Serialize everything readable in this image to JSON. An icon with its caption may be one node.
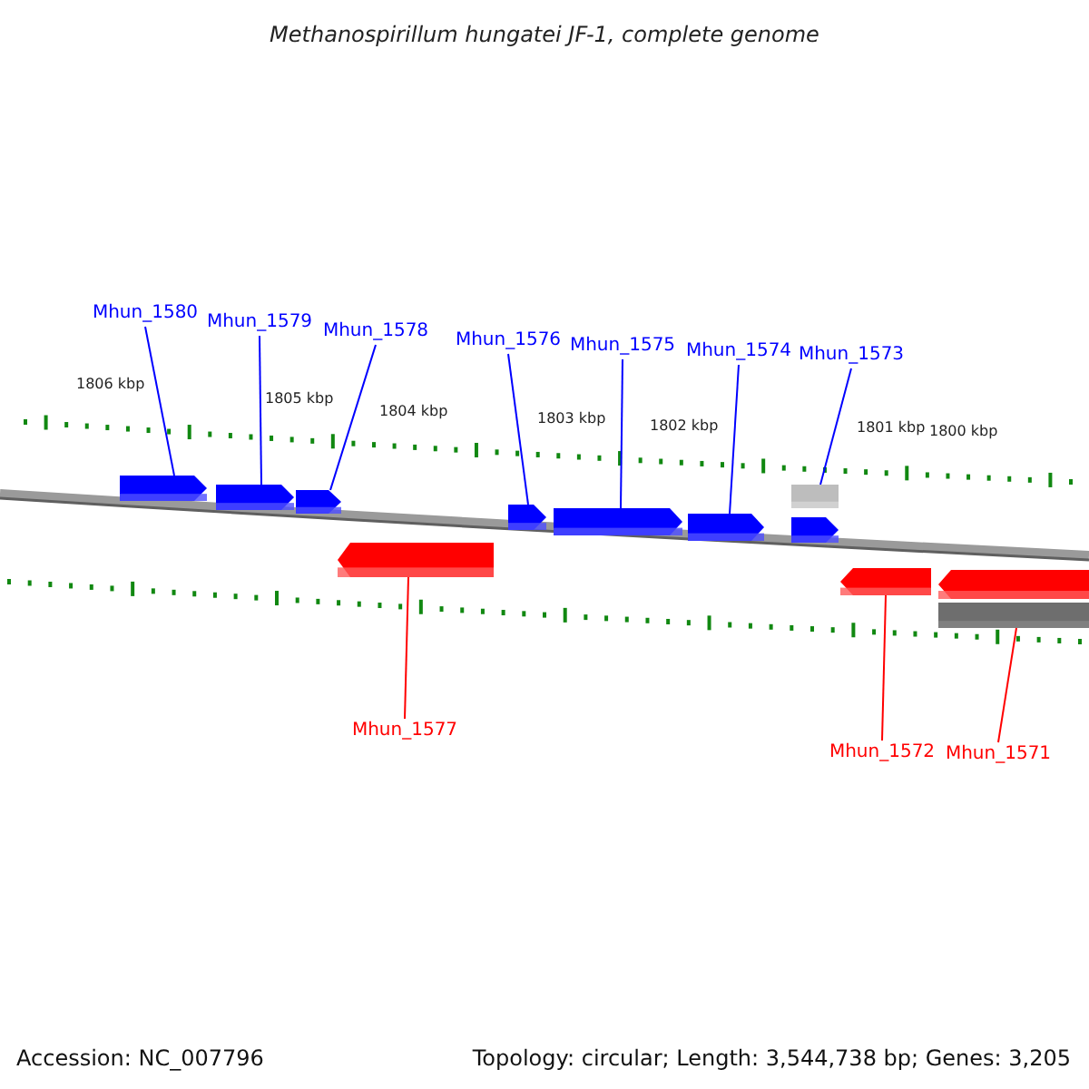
{
  "diagram": {
    "title": "Methanospirillum hungatei JF-1, complete genome",
    "nodes": [
      {
        "text": [
          "Mhun_1580"
        ]
      },
      {
        "text": [
          "Mhun_1579"
        ]
      },
      {
        "text": [
          "Mhun_1578"
        ]
      },
      {
        "text": [
          "Mhun_1576"
        ]
      },
      {
        "text": [
          "Mhun_1575"
        ]
      },
      {
        "text": [
          "Mhun_1574"
        ]
      },
      {
        "text": [
          "Mhun_1573"
        ]
      },
      {
        "text": [
          "Mhun_1577"
        ]
      },
      {
        "text": [
          "Mhun_1572"
        ]
      },
      {
        "text": [
          "Mhun_1571"
        ]
      },
      {
        "text": [],
        "shape": "block"
      },
      {
        "text": [],
        "shape": "block"
      },
      {
        "text": [],
        "shape": "block"
      },
      {
        "text": [],
        "shape": "block"
      },
      {
        "text": [],
        "shape": "block"
      },
      {
        "text": [],
        "shape": "block"
      },
      {
        "text": [],
        "shape": "block"
      },
      {
        "text": [],
        "shape": "bar"
      },
      {
        "text": [],
        "shape": "block"
      },
      {
        "text": [],
        "shape": "block"
      },
      {
        "text": [],
        "shape": "block"
      },
      {
        "text": [],
        "shape": "bar"
      }
    ],
    "edges": [
      {
        "from": 0,
        "to": 10,
        "arrow": "none"
      },
      {
        "from": 1,
        "to": 11,
        "arrow": "none"
      },
      {
        "from": 2,
        "to": 12,
        "arrow": "none"
      },
      {
        "from": 3,
        "to": 14,
        "arrow": "none"
      },
      {
        "from": 4,
        "to": 15,
        "arrow": "none"
      },
      {
        "from": 5,
        "to": 16,
        "arrow": "none"
      },
      {
        "from": 6,
        "to": 17,
        "arrow": "none"
      },
      {
        "from": 7,
        "to": 13,
        "arrow": "none",
        "color": "#ff0000"
      },
      {
        "from": 8,
        "to": 19,
        "arrow": "none",
        "color": "#ff0000"
      },
      {
        "from": 9,
        "to": 21,
        "arrow": "none",
        "color": "#ff0000"
      }
    ],
    "labels": [
      "1806 kbp",
      "1805 kbp",
      "1804 kbp",
      "1803 kbp",
      "1802 kbp",
      "1801 kbp",
      "1800 kbp",
      "Accession: NC_007796",
      "Topology: circular; Length: 3,544,738 bp; Genes: 3,205"
    ]
  }
}
